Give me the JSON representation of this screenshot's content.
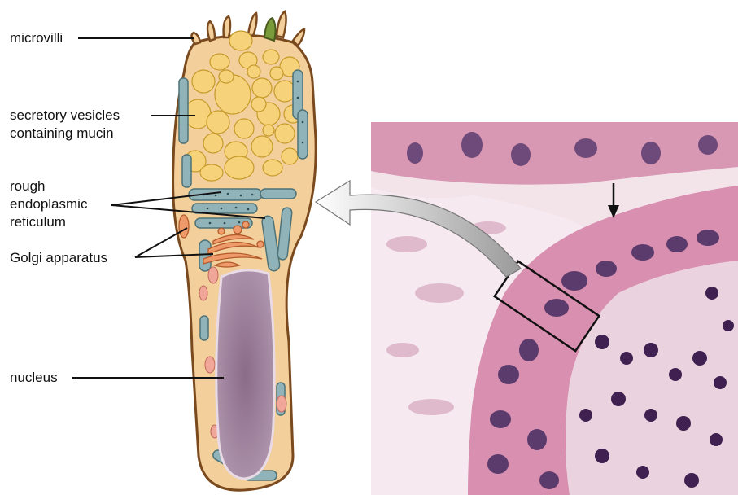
{
  "labels": {
    "microvilli": "microvilli",
    "secretory_vesicles": "secretory vesicles\ncontaining mucin",
    "rough_er": "rough\nendoplasmic\nreticulum",
    "golgi": "Golgi apparatus",
    "nucleus": "nucleus"
  },
  "colors": {
    "cytoplasm": "#f2cf9b",
    "cell_outline": "#7a4a1e",
    "vesicle": "#f6d37a",
    "er": "#8fb3b8",
    "golgi": "#ee9a6a",
    "nucleus": "#9a7b96",
    "micrograph_bg": "#f1dde6",
    "cell_pink": "#d99ab5",
    "nucleus_dark": "#5b3a6c"
  }
}
